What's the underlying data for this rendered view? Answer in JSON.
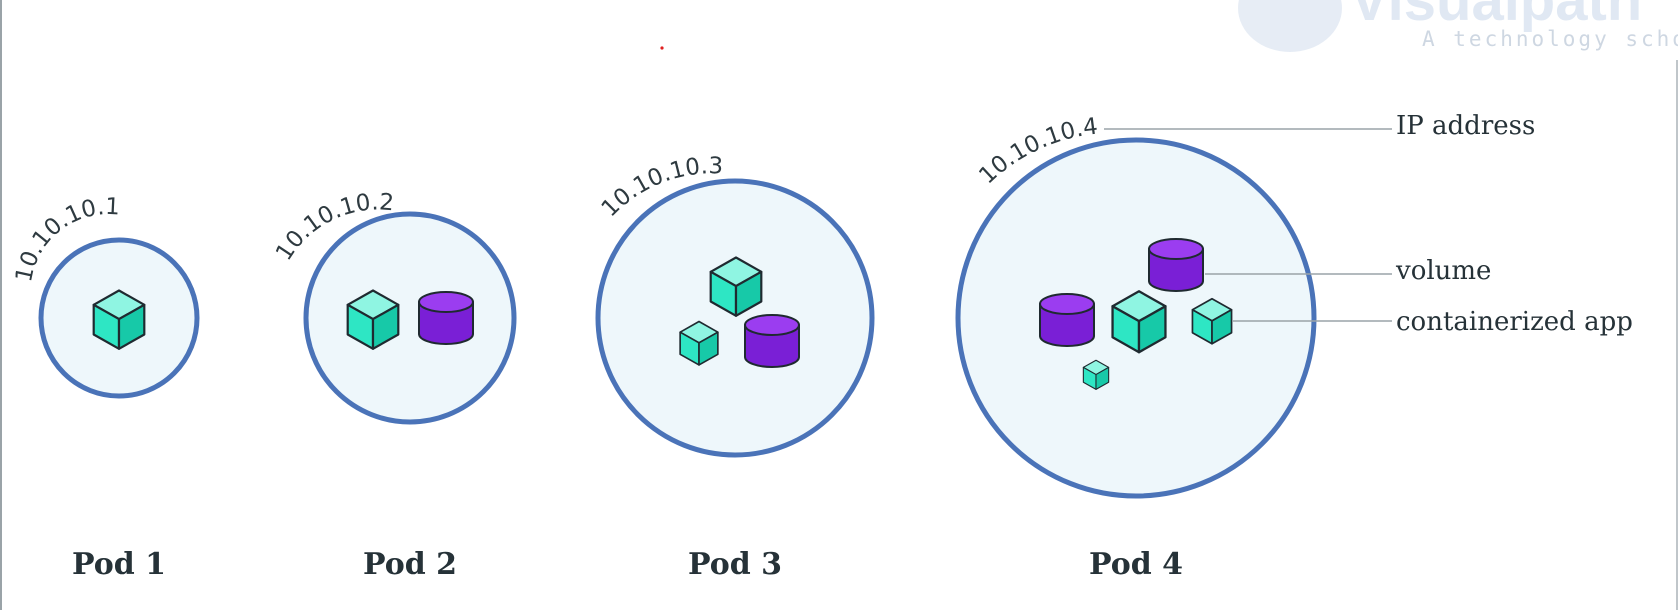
{
  "pods": [
    {
      "label": "Pod 1",
      "ip": "10.10.10.1"
    },
    {
      "label": "Pod 2",
      "ip": "10.10.10.2"
    },
    {
      "label": "Pod 3",
      "ip": "10.10.10.3"
    },
    {
      "label": "Pod 4",
      "ip": "10.10.10.4"
    }
  ],
  "legend": {
    "ip_address": "IP address",
    "volume": "volume",
    "containerized_app": "containerized app"
  },
  "watermark": {
    "title": "Visualpath",
    "subtitle": "A technology school"
  },
  "colors": {
    "pod_border": "#4a73b8",
    "pod_fill": "#eef7fb",
    "container": "#2ee6c4",
    "container_dark": "#13b79a",
    "volume": "#8a2be2",
    "volume_dark": "#5a1ba0",
    "outline": "#1f2a30",
    "leader_line": "#9aa3a8"
  }
}
